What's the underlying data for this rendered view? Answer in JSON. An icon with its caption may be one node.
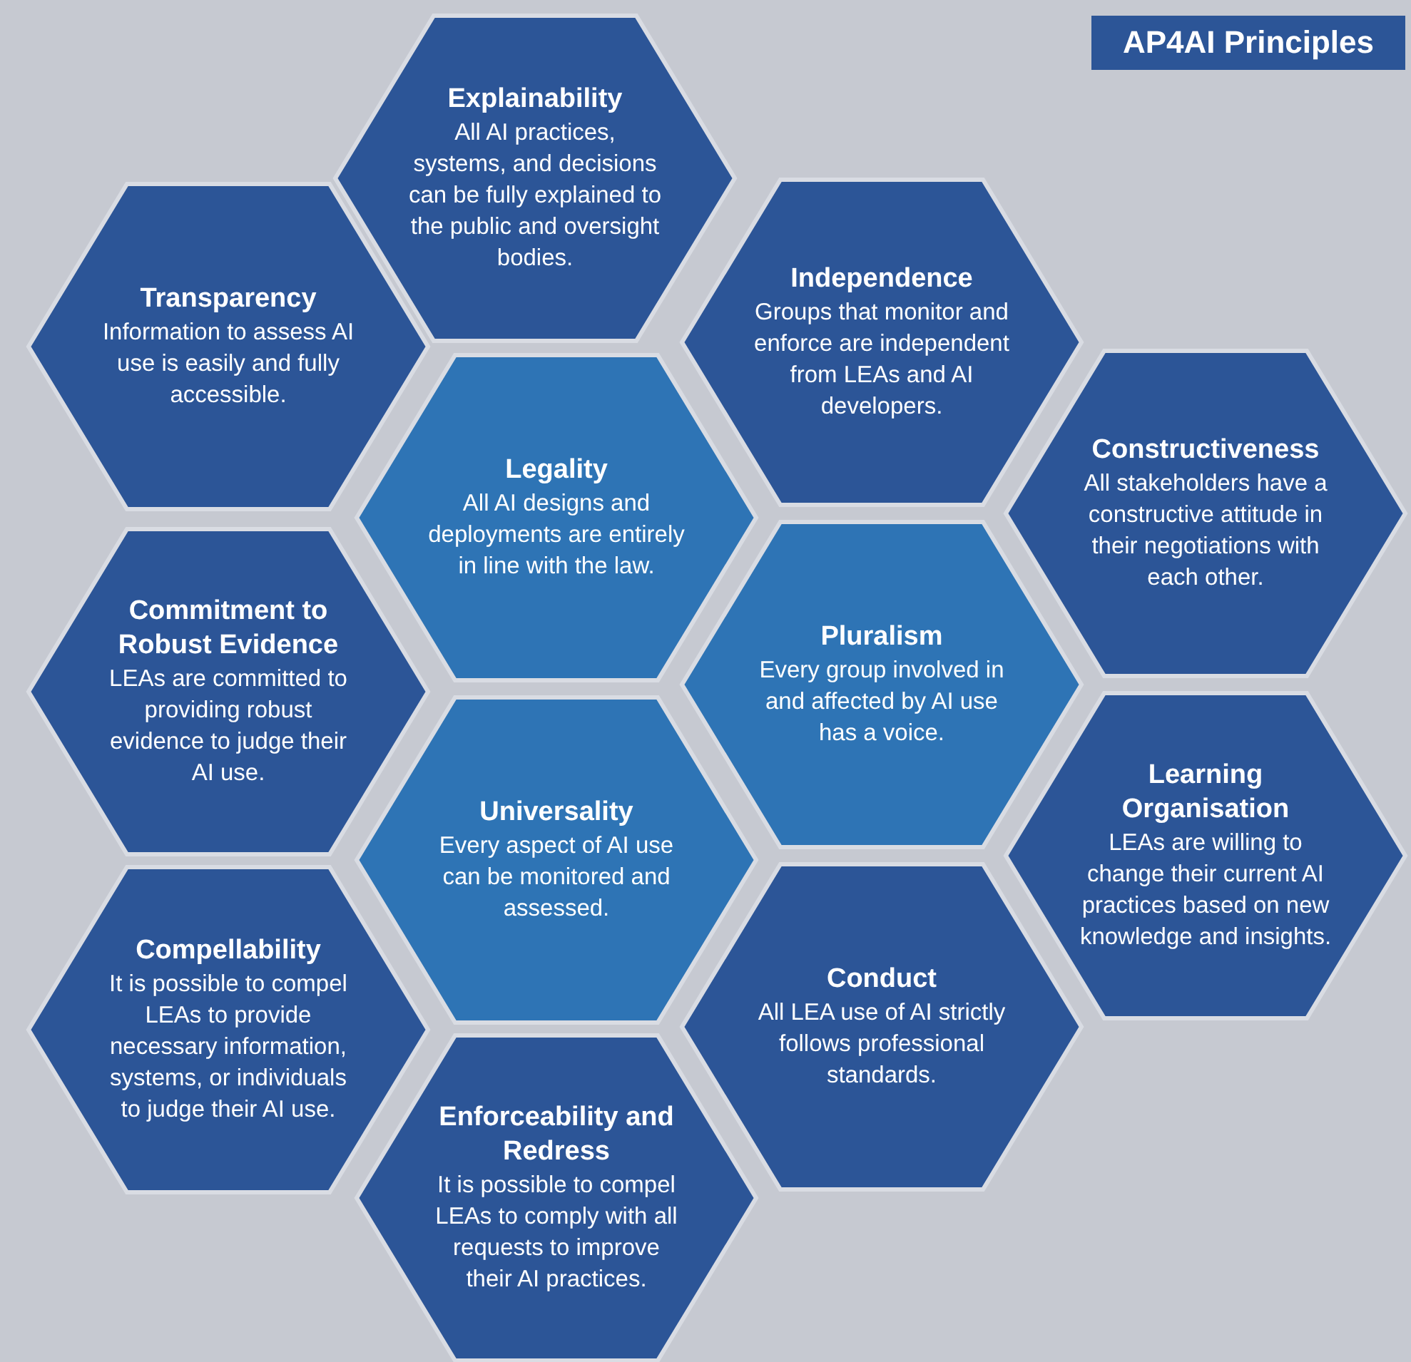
{
  "diagram": {
    "title": "AP4AI Principles",
    "nodes": [
      {
        "text": [
          "Explainability",
          "All AI practices, systems, and decisions can be fully explained to the public and oversight bodies."
        ]
      },
      {
        "text": [
          "Transparency",
          "Information to assess AI use is easily and fully accessible."
        ]
      },
      {
        "text": [
          "Independence",
          "Groups that monitor and enforce are independent from LEAs and AI developers."
        ]
      },
      {
        "text": [
          "Legality",
          "All AI designs and deployments are entirely in line with the law."
        ]
      },
      {
        "text": [
          "Constructiveness",
          "All stakeholders have a constructive attitude in their negotiations with each other."
        ]
      },
      {
        "text": [
          "Commitment to Robust Evidence",
          "LEAs are committed to providing robust evidence to judge their AI use."
        ]
      },
      {
        "text": [
          "Pluralism",
          "Every group involved in and affected by AI use has a voice."
        ]
      },
      {
        "text": [
          "Learning Organisation",
          "LEAs are willing to change their current AI practices based on new knowledge and insights."
        ]
      },
      {
        "text": [
          "Universality",
          "Every aspect of AI use can be monitored and assessed."
        ]
      },
      {
        "text": [
          "Compellability",
          "It is possible to compel LEAs to provide necessary information, systems, or individuals to judge their AI use."
        ]
      },
      {
        "text": [
          "Conduct",
          "All LEA use of AI strictly follows professional standards."
        ]
      },
      {
        "text": [
          "Enforceability and Redress",
          "It is possible to compel LEAs to comply with all requests to improve their AI practices."
        ]
      }
    ],
    "edges": []
  }
}
